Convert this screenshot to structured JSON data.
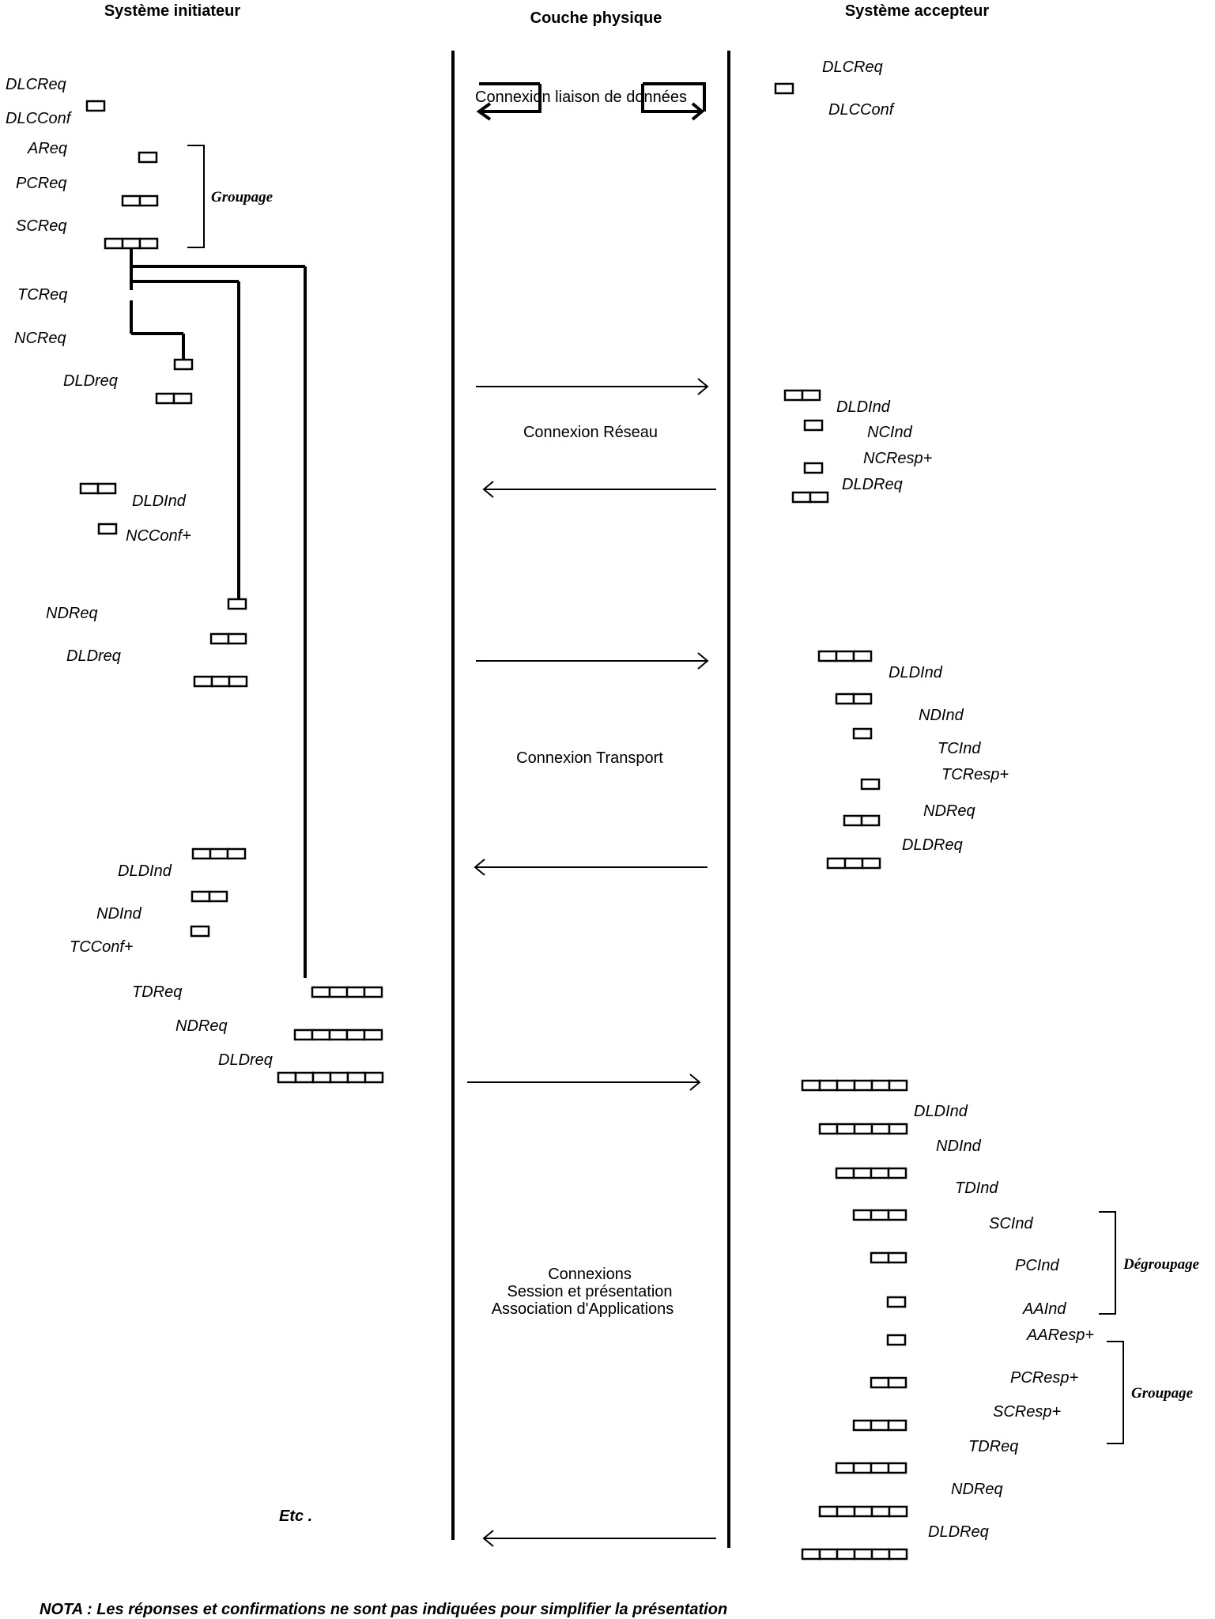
{
  "headers": {
    "initiator": "Système initiateur",
    "physical": "Couche physique",
    "acceptor": "Système accepteur"
  },
  "phases": {
    "data_link": "Connexion liaison de données",
    "network": "Connexion Réseau",
    "transport": "Connexion Transport",
    "session": [
      "Connexions",
      "Session et présentation",
      "Association d'Applications"
    ]
  },
  "initiator_labels": [
    "DLCReq",
    "DLCConf",
    "AReq",
    "PCReq",
    "SCReq",
    "TCReq",
    "NCReq",
    "DLDreq",
    "DLDInd",
    "NCConf+",
    "NDReq",
    "DLDreq",
    "DLDInd",
    "NDInd",
    "TCConf+",
    "TDReq",
    "NDReq",
    "DLDreq"
  ],
  "acceptor_labels": [
    "DLCReq",
    "DLCConf",
    "DLDInd",
    "NCInd",
    "NCResp+",
    "DLDReq",
    "DLDInd",
    "NDInd",
    "TCInd",
    "TCResp+",
    "NDReq",
    "DLDReq",
    "DLDInd",
    "NDInd",
    "TDInd",
    "SCInd",
    "PCInd",
    "AAInd",
    "AAResp+",
    "PCResp+",
    "SCResp+",
    "TDReq",
    "NDReq",
    "DLDReq"
  ],
  "group_labels": {
    "initiator_grouping": "Groupage",
    "acceptor_ungrouping": "Dégroupage",
    "acceptor_grouping": "Groupage"
  },
  "etc": "Etc .",
  "nota": "NOTA : Les réponses et confirmations ne sont pas indiquées pour simplifier la présentation"
}
